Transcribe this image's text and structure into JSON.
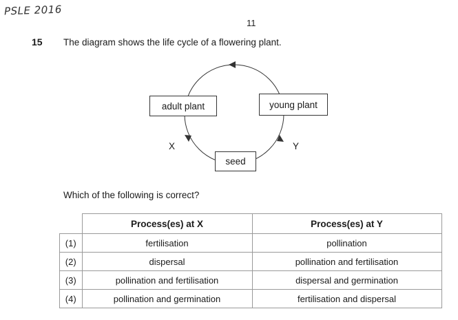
{
  "annotation": "PSLE 2016",
  "page_number": "11",
  "question": {
    "number": "15",
    "stem": "The diagram shows the life cycle of a flowering plant.",
    "ask": "Which of the following is correct?"
  },
  "diagram": {
    "adult_plant": "adult plant",
    "young_plant": "young plant",
    "seed": "seed",
    "label_x": "X",
    "label_y": "Y"
  },
  "table": {
    "headers": [
      "",
      "Process(es) at X",
      "Process(es) at Y"
    ],
    "rows": [
      {
        "option": "(1)",
        "x": "fertilisation",
        "y": "pollination"
      },
      {
        "option": "(2)",
        "x": "dispersal",
        "y": "pollination and fertilisation"
      },
      {
        "option": "(3)",
        "x": "pollination and fertilisation",
        "y": "dispersal and germination"
      },
      {
        "option": "(4)",
        "x": "pollination and germination",
        "y": "fertilisation and dispersal"
      }
    ]
  }
}
